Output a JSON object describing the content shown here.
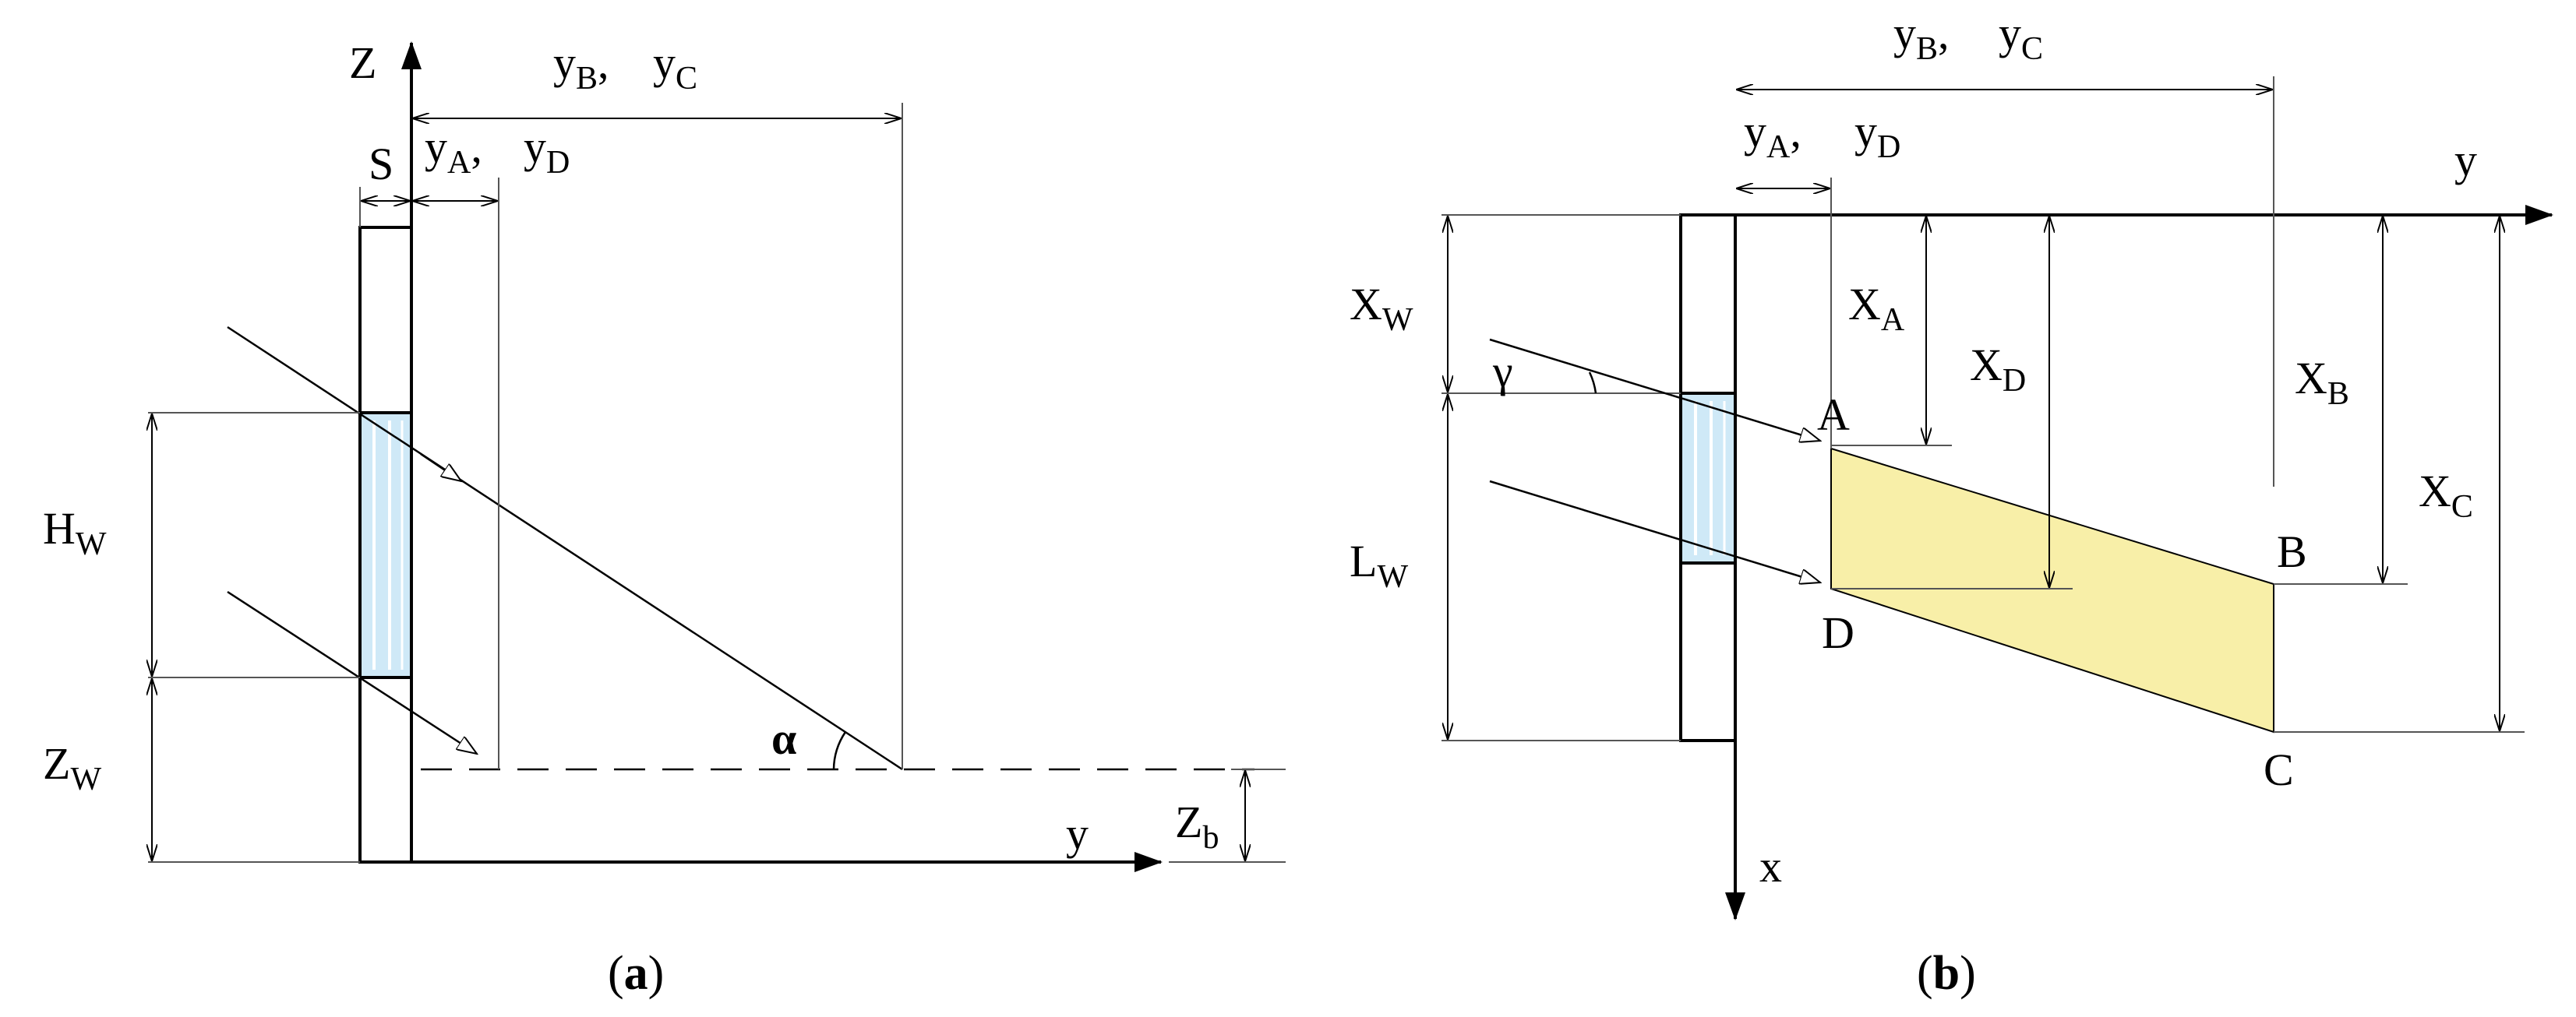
{
  "panel_a": {
    "axis_vertical": "Z",
    "axis_horizontal": "y",
    "label_S": "S",
    "label_yA": "y",
    "label_yA_sub": "A",
    "label_yA_sep": ",",
    "label_yD": "y",
    "label_yD_sub": "D",
    "label_yB": "y",
    "label_yB_sub": "B",
    "label_yB_sep": ",",
    "label_yC": "y",
    "label_yC_sub": "C",
    "label_HW": "H",
    "label_HW_sub": "W",
    "label_ZW": "Z",
    "label_ZW_sub": "W",
    "label_Zb": "Z",
    "label_Zb_sub": "b",
    "label_alpha": "α",
    "caption_open": "(",
    "caption_letter": "a",
    "caption_close": ")"
  },
  "panel_b": {
    "axis_horizontal": "y",
    "axis_vertical": "x",
    "label_yA": "y",
    "label_yA_sub": "A",
    "label_yA_sep": ",",
    "label_yD": "y",
    "label_yD_sub": "D",
    "label_yB": "y",
    "label_yB_sub": "B",
    "label_yB_sep": ",",
    "label_yC": "y",
    "label_yC_sub": "C",
    "label_XW": "X",
    "label_XW_sub": "W",
    "label_LW": "L",
    "label_LW_sub": "W",
    "label_XA": "X",
    "label_XA_sub": "A",
    "label_XD": "X",
    "label_XD_sub": "D",
    "label_XB": "X",
    "label_XB_sub": "B",
    "label_XC": "X",
    "label_XC_sub": "C",
    "label_gamma": "γ",
    "point_A": "A",
    "point_B": "B",
    "point_C": "C",
    "point_D": "D",
    "caption_open": "(",
    "caption_letter": "b",
    "caption_close": ")"
  },
  "colors": {
    "window_fill": "#cfe9f7",
    "window_stripe": "#ffffff",
    "patch_fill": "#f8efa8",
    "line": "#000000",
    "thin_line": "#555555"
  }
}
